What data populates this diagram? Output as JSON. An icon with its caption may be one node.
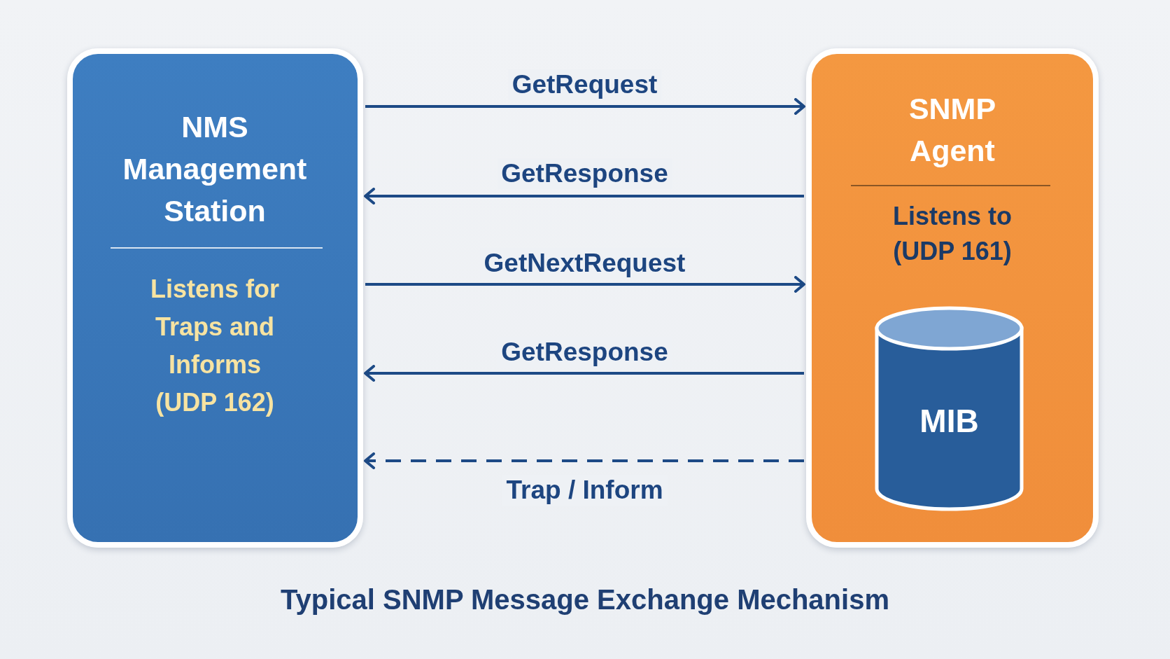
{
  "diagram": {
    "title": "Typical SNMP Message Exchange Mechanism",
    "nodes": [
      {
        "text": [
          "NMS Management Station",
          "Listens for Traps and Informs (UDP 162)"
        ]
      },
      {
        "text": [
          "SNMP Agent",
          "Listens to (UDP 161)"
        ]
      },
      {
        "text": [
          "MIB"
        ],
        "in": 1
      }
    ],
    "edges": [
      {
        "from": 0,
        "to": 1,
        "arrow": "to",
        "label": "GetRequest"
      },
      {
        "from": 1,
        "to": 0,
        "arrow": "to",
        "label": "GetResponse"
      },
      {
        "from": 0,
        "to": 1,
        "arrow": "to",
        "label": "GetNextRequest"
      },
      {
        "from": 1,
        "to": 0,
        "arrow": "to",
        "label": "GetResponse"
      },
      {
        "from": 1,
        "to": 0,
        "arrow": "to",
        "label": "Trap / Inform",
        "style": "dashed"
      }
    ]
  }
}
